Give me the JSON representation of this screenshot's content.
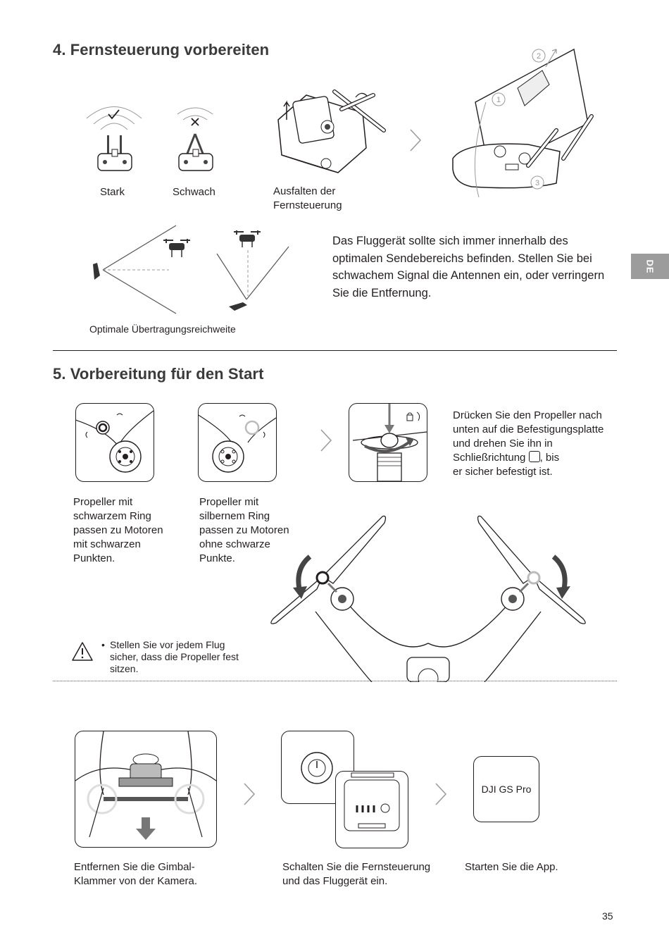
{
  "side_tab": "DE",
  "section4": {
    "heading": "4. Fernsteuerung vorbereiten",
    "labels": {
      "strong": "Stark",
      "weak": "Schwach",
      "unfold_line1": "Ausfalten der",
      "unfold_line2": "Fernsteuerung"
    },
    "callout_numbers": [
      "1",
      "2",
      "3"
    ],
    "range_caption": "Optimale Übertragungsreichweite",
    "range_text": [
      "Das Fluggerät sollte sich immer innerhalb des",
      "optimalen Sendebereichs befinden. Stellen Sie bei",
      "schwachem Signal die Antennen ein, oder verringern",
      "Sie die Entfernung."
    ]
  },
  "section5": {
    "heading": "5. Vorbereitung für den Start",
    "mount_text": [
      "Drücken Sie den Propeller nach",
      "unten auf die Befestigungsplatte",
      "und drehen Sie ihn in",
      "Schließrichtung ",
      ", bis",
      "er sicher befestigt ist."
    ],
    "black_ring_text": [
      "Propeller mit",
      "schwarzem Ring",
      "passen zu Motoren",
      "mit schwarzen",
      "Punkten."
    ],
    "silver_ring_text": [
      "Propeller mit",
      "silbernem Ring",
      "passen zu Motoren",
      "ohne schwarze",
      "Punkte."
    ],
    "warning": [
      "Stellen Sie vor jedem Flug",
      "sicher, dass die Propeller fest",
      "sitzen."
    ],
    "gimbal_text": [
      "Entfernen Sie die Gimbal-",
      "Klammer von der Kamera."
    ],
    "power_text": [
      "Schalten Sie die Fernsteuerung",
      "und das Fluggerät ein."
    ],
    "app_label": "DJI GS Pro",
    "app_text": "Starten Sie die App."
  },
  "page_number": "35"
}
